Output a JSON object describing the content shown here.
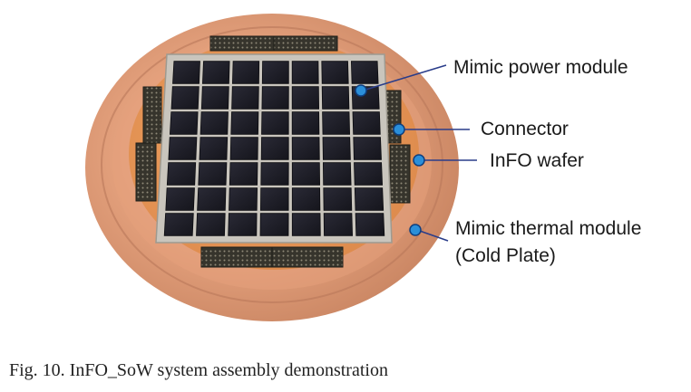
{
  "labels": {
    "power_module": "Mimic power module",
    "connector": "Connector",
    "info_wafer": "InFO wafer",
    "thermal_module_line1": "Mimic thermal module",
    "thermal_module_line2": "(Cold Plate)"
  },
  "caption": "Fig. 10. InFO_SoW system assembly demonstration",
  "grid": {
    "rows": 7,
    "cols": 7
  },
  "colors": {
    "copper_ring": "#d9936f",
    "copper_inner": "#e7a37c",
    "wafer_orange": "#ec9a5a",
    "grid_frame": "#c8c4bc",
    "tile": "#1d1d26",
    "connector_dark": "#2b2a24",
    "marker_blue": "#2b8fd9",
    "leader_line": "#2a3d8a"
  }
}
